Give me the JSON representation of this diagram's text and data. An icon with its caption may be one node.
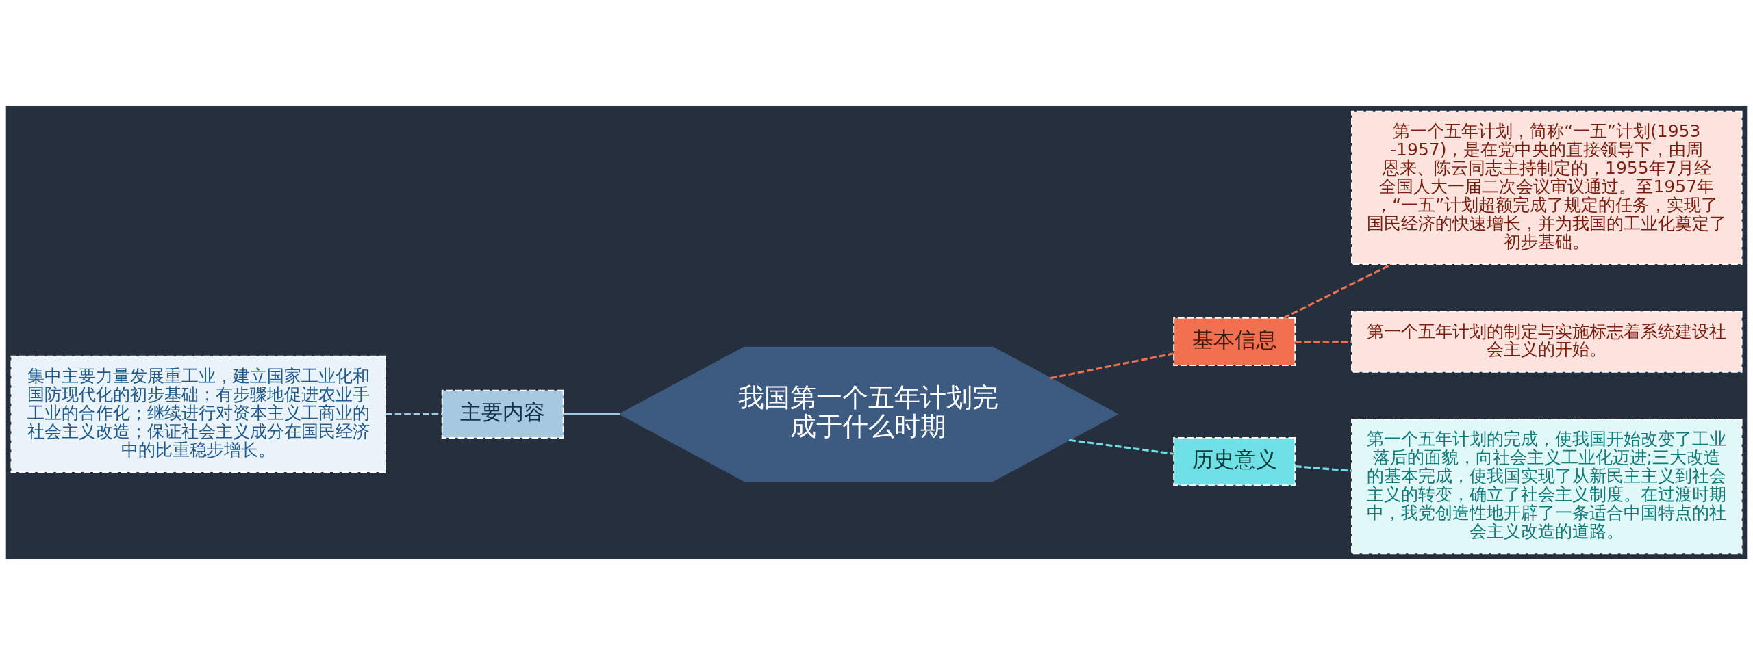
{
  "diagram": {
    "nodes": [
      {
        "text": [
          "我国第一个五年计划完成于什么时期"
        ]
      },
      {
        "text": [
          "基本信息"
        ]
      },
      {
        "text": [
          "第一个五年计划，简称“一五”计划(1953-1957)，是在党中央的直接领导下，由周恩来、陈云同志主持制定的，1955年7月经全国人大一届二次会议审议通过。至1957年，“一五”计划超额完成了规定的任务，实现了国民经济的快速增长，并为我国的工业化奠定了初步基础。"
        ]
      },
      {
        "text": [
          "第一个五年计划的制定与实施标志着系统建设社会主义的开始。"
        ]
      },
      {
        "text": [
          "历史意义"
        ]
      },
      {
        "text": [
          "第一个五年计划的完成，使我国开始改变了工业落后的面貌，向社会主义工业化迈进;三大改造的基本完成，使我国实现了从新民主主义到社会主义的转变，确立了社会主义制度。在过渡时期中，我党创造性地开辟了一条适合中国特点的社会主义改造的道路。"
        ]
      },
      {
        "text": [
          "主要内容"
        ]
      },
      {
        "text": [
          "集中主要力量发展重工业，建立国家工业化和国防现代化的初步基础；有步骤地促进农业手工业的合作化；继续进行对资本主义工商业的社会主义改造；保证社会主义成分在国民经济中的比重稳步增长。"
        ]
      }
    ],
    "edges": [
      {
        "from": 0,
        "to": 1,
        "arrow": "none",
        "style": "dashed",
        "color": "#f0704f"
      },
      {
        "from": 1,
        "to": 2,
        "arrow": "none",
        "style": "dashed",
        "color": "#f0704f"
      },
      {
        "from": 1,
        "to": 3,
        "arrow": "none",
        "style": "dashed",
        "color": "#f0704f"
      },
      {
        "from": 0,
        "to": 4,
        "arrow": "none",
        "style": "dashed",
        "color": "#6ee0e6"
      },
      {
        "from": 4,
        "to": 5,
        "arrow": "none",
        "style": "dashed",
        "color": "#6ee0e6"
      },
      {
        "from": 0,
        "to": 6,
        "arrow": "none",
        "color": "#a6c8e0"
      },
      {
        "from": 6,
        "to": 7,
        "arrow": "none",
        "style": "dashed",
        "color": "#a6c8e0"
      }
    ]
  }
}
